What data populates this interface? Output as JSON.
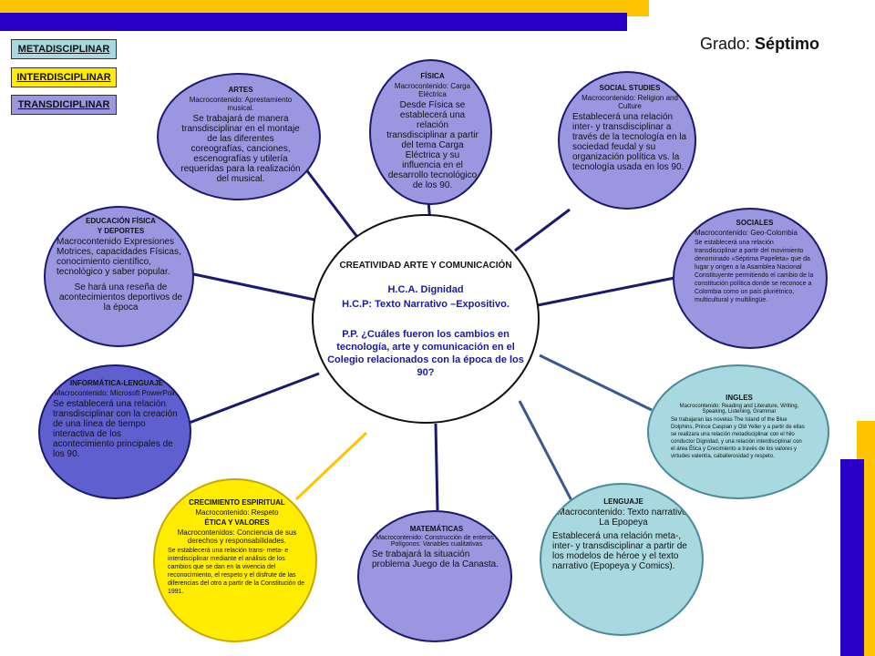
{
  "labels": {
    "meta": "METADISCIPLINAR",
    "inter": "INTERDISCIPLINAR",
    "trans": "TRANSDICIPLINAR"
  },
  "title": {
    "prefix": "Grado:",
    "value": "Séptimo"
  },
  "center": {
    "l1": "CREATIVIDAD ARTE Y COMUNICACIÓN",
    "l2": "H.C.A. Dignidad",
    "l3": "H.C.P: Texto Narrativo –Expositivo.",
    "l4": "P.P. ¿Cuáles fueron los cambios en tecnología, arte y comunicación en el Colegio relacionados con la época de los 90?"
  },
  "nodes": {
    "artes": {
      "h": "ARTES",
      "m": "Macrocontenido: Aprestamiento musical.",
      "d": "Se trabajará de manera transdisciplinar en el montaje de las diferentes coreografías, canciones, escenografías y utilería requeridas para la realización del musical."
    },
    "fisica": {
      "h": "FÍSICA",
      "m": "Macrocontenido: Carga Eléctrica",
      "d": "Desde Física se establecerá una relación transdisciplinar a partir del tema Carga Eléctrica y su influencia en el desarrollo tecnológico de los 90."
    },
    "social": {
      "h": "SOCIAL STUDIES",
      "m": "Macrocontenido: Religion and Culture",
      "d": "Establecerá una relación inter- y transdisciplinar a través de la tecnología en la sociedad feudal y su organización política vs. la tecnología usada en los 90."
    },
    "edfisica": {
      "h": "EDUCACIÓN FÍSICA",
      "h2": "Y DEPORTES",
      "m": "Macrocontenido Expresiones Motrices, capacidades Físicas, conocimiento científico, tecnológico y saber popular.",
      "d": "Se hará una reseña de acontecimientos deportivos de la época"
    },
    "sociales": {
      "h": "SOCIALES",
      "m": "Macrocontenido: Geo-Colombia",
      "d": "Se establecerá una relación transdisciplinar a partir del movimiento denominado «Séptima Papeleta» que da lugar y origen a la Asamblea Nacional Constituyente permitiendo el cambio de la constitución política donde se reconoce a Colombia como un país pluriétnico, multicultural y multilingüe."
    },
    "informatica": {
      "h": "INFORMÁTICA-LENGUAJE",
      "m": "Macrocontenido: Microsoft PowerPoint",
      "d": "Se establecerá una relación transdisciplinar con la creación de una línea de tiempo interactiva de los acontecimiento principales de los 90."
    },
    "ingles": {
      "h": "INGLES",
      "m": "Macrocontenido: Reading and Literature, Writing, Speaking, Listening, Grammar",
      "d": "Se trabajaran las novelas The Island of the Blue Dolphins, Prince Caspian y Old Yeller y a partir de ellas se realizara una relación metadisciplinar con el hilo conductor Dignidad, y una relación interdisciplinar con el área Ética y Crecimiento a través de los valores y virtudes valentía, caballerosidad y respeto."
    },
    "crecimiento": {
      "h": "CRECIMIENTO ESPIRITUAL",
      "m": "Macrocontenido: Respeto",
      "h2": "ÉTICA Y VALORES",
      "m2": "Macrocontenidos: Conciencia de sus derechos y responsabilidades.",
      "d": "Se establecerá una relación trans- meta- e interdisciplinar mediante el análisis de los cambios que se dan en la vivencia del reconocimiento, el respeto y el disfrute de las diferencias del otro a partir de la Constitución de 1991."
    },
    "matematicas": {
      "h": "MATEMÁTICAS",
      "m": "Macrocontenido: Construcción de enteros / Polígonos: Variables cualitativas",
      "d": "Se trabajará la situación problema Juego de la Canasta."
    },
    "lenguaje": {
      "h": "LENGUAJE",
      "m": "Macrocontenido: Texto narrativo. La Epopeya",
      "d": "Establecerá una relación meta-, inter- y transdisciplinar a partir de los modelos de héroe y el texto narrativo (Epopeya y Comics)."
    }
  },
  "colors": {
    "purple": "#9a97e0",
    "dark_purple": "#5f5fcf",
    "light_blue": "#a8d8e0",
    "yellow": "#ffec00",
    "bar_blue": "#2a00c8",
    "bar_yellow": "#ffc400",
    "tag_meta": "#a8d8e0",
    "tag_inter": "#ffec00",
    "tag_trans": "#9a97e0"
  }
}
